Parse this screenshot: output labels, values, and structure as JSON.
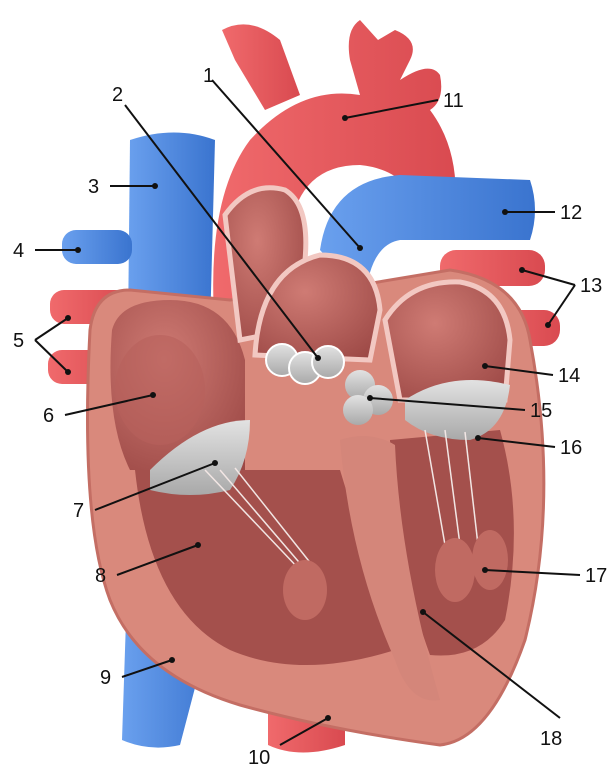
{
  "labels": [
    "1",
    "2",
    "3",
    "4",
    "5",
    "6",
    "7",
    "8",
    "9",
    "10",
    "11",
    "12",
    "13",
    "14",
    "15",
    "16",
    "17",
    "18"
  ],
  "colors": {
    "artery": "#ef5a5f",
    "artery_dark": "#c83d44",
    "vein": "#4a88e2",
    "vein_dark": "#2f63b8",
    "muscle": "#d98a7e",
    "muscle_dark": "#b65e56",
    "chamber": "#b55a55",
    "valve": "#c8c8c8"
  }
}
